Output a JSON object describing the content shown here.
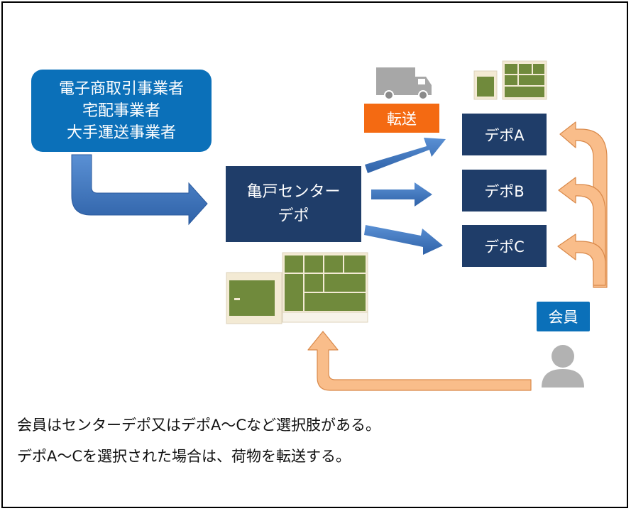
{
  "sender_box": {
    "lines": [
      "電子商取引事業者",
      "宅配事業者",
      "大手運送事業者"
    ]
  },
  "center_depot": {
    "lines": [
      "亀戸センター",
      "デポ"
    ]
  },
  "transfer_label": "転送",
  "depots": [
    "デポA",
    "デポB",
    "デポC"
  ],
  "member_label": "会員",
  "captions": [
    "会員はセンターデポ又はデポA～Cなど選択肢がある。",
    "デポA～Cを選択された場合は、荷物を転送する。"
  ],
  "colors": {
    "sender_box": "#0b70b9",
    "depot_box": "#1f3d69",
    "transfer_badge": "#f46a12",
    "member_badge": "#0b70b9",
    "flow_arrow": "#3a76c4",
    "member_arrow": "#f9bd8a",
    "member_arrow_outline": "#d9894a",
    "locker_green": "#708a3c",
    "locker_frame": "#f3ead4"
  },
  "icons": [
    "truck-icon",
    "locker-icon",
    "person-icon"
  ]
}
